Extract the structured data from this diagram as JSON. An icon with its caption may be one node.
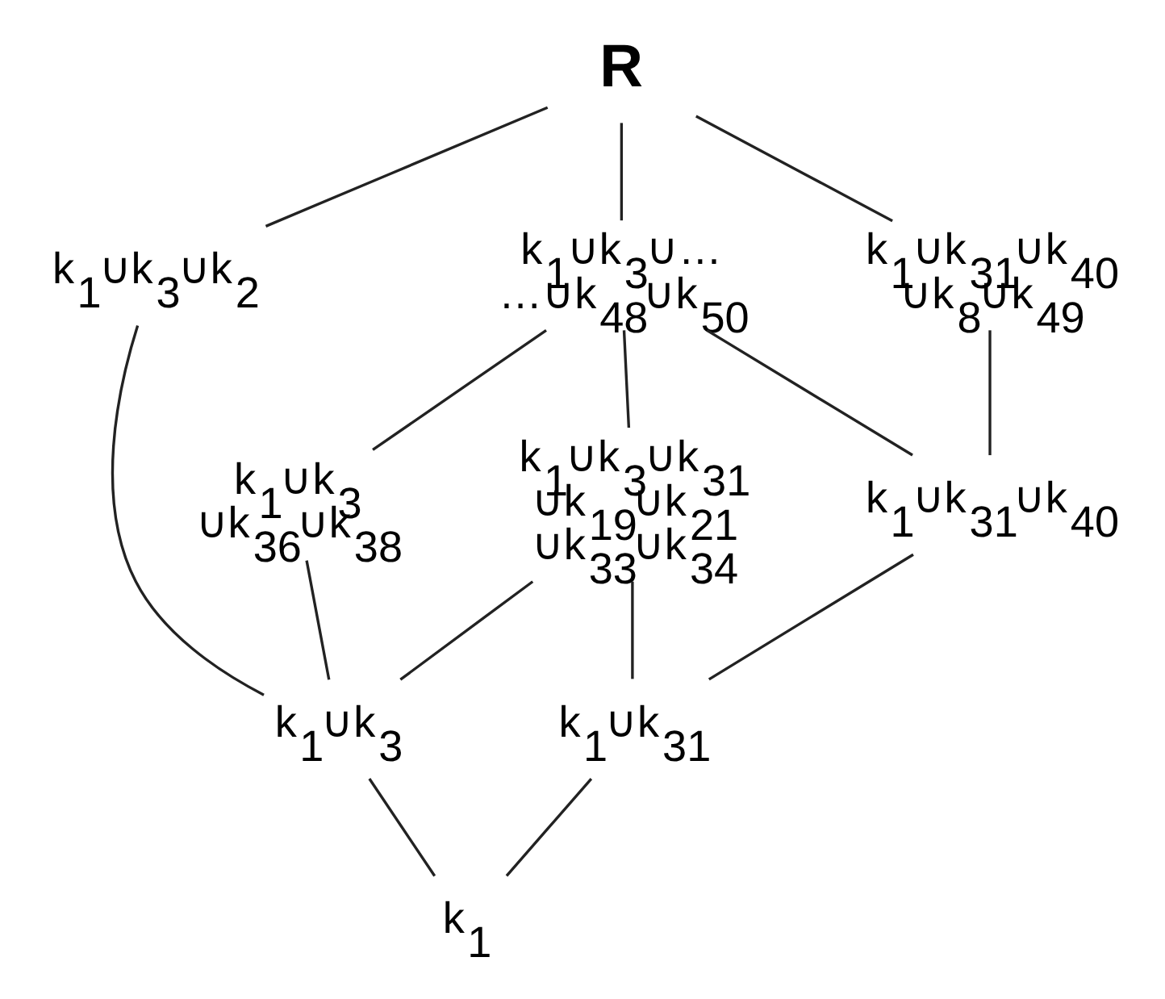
{
  "diagram": {
    "nodes": [
      {
        "text": [
          "R"
        ]
      },
      {
        "text": [
          "k$_{1}$∪k$_{3}$∪k$_{2}$"
        ]
      },
      {
        "text": [
          "k$_{1}$∪k$_{31}$∪k$_{40}$ ∪k$_{8}$∪k$_{49}$"
        ]
      },
      {
        "text": [
          "k$_{1}$∪k$_{3}$∪… …∪k$_{48}$∪k$_{50}$"
        ]
      },
      {
        "text": [
          "k$_{1}$∪k$_{3}$ ∪k$_{36}$∪k$_{38}$"
        ]
      },
      {
        "text": [
          "k$_{1}$∪k$_{31}$∪k$_{40}$"
        ]
      },
      {
        "text": [
          "k$_{1}$∪k$_{3}$∪k$_{31}$ ∪k$_{19}$∪k$_{21}$ ∪k$_{33}$∪k$_{34}$"
        ]
      },
      {
        "text": [
          "k$_{1}$∪k$_{3}$"
        ]
      },
      {
        "text": [
          "k$_{1}$∪k$_{31}$"
        ]
      },
      {
        "text": [
          "k$_{1}$"
        ]
      }
    ],
    "edges": [
      {
        "from": 0,
        "to": 1,
        "arrow": "none"
      },
      {
        "from": 0,
        "to": 3,
        "arrow": "none"
      },
      {
        "from": 0,
        "to": 2,
        "arrow": "none"
      },
      {
        "from": 1,
        "to": 7,
        "arrow": "none"
      },
      {
        "from": 2,
        "to": 5,
        "arrow": "none"
      },
      {
        "from": 3,
        "to": 4,
        "arrow": "none"
      },
      {
        "from": 3,
        "to": 6,
        "arrow": "none"
      },
      {
        "from": 3,
        "to": 5,
        "arrow": "none"
      },
      {
        "from": 4,
        "to": 7,
        "arrow": "none"
      },
      {
        "from": 5,
        "to": 8,
        "arrow": "none"
      },
      {
        "from": 6,
        "to": 7,
        "arrow": "none"
      },
      {
        "from": 6,
        "to": 8,
        "arrow": "none"
      },
      {
        "from": 7,
        "to": 9,
        "arrow": "none"
      },
      {
        "from": 8,
        "to": 9,
        "arrow": "none"
      }
    ]
  }
}
